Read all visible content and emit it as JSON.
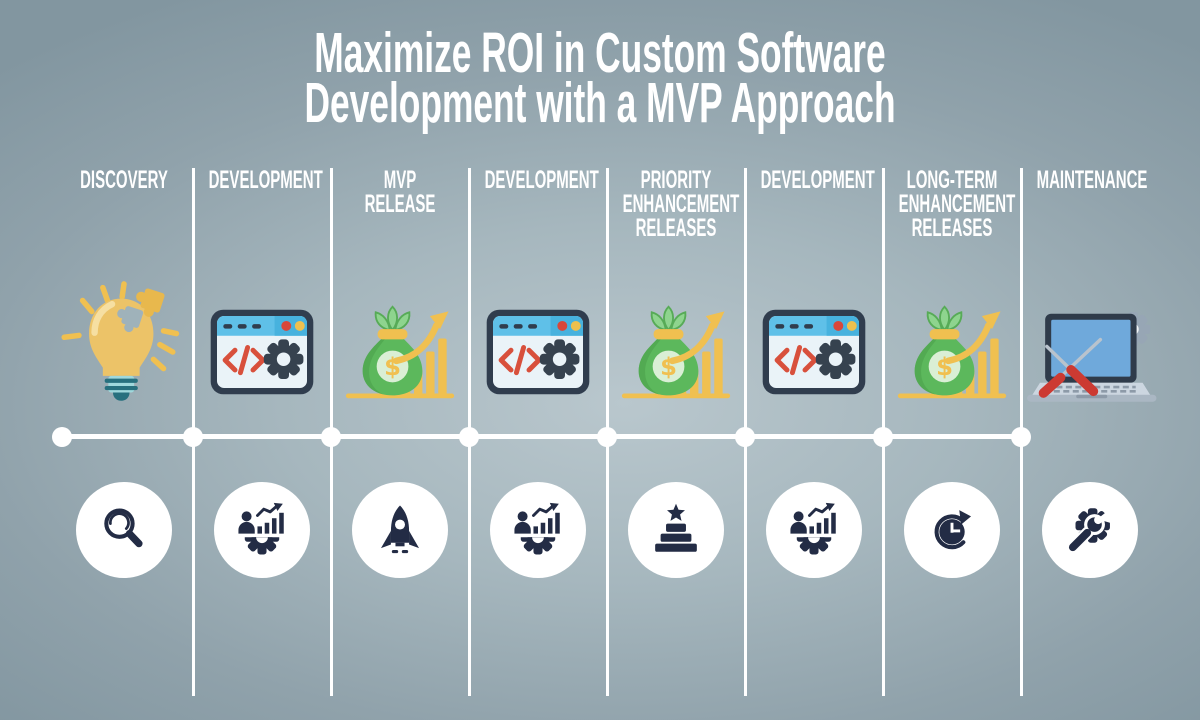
{
  "title": {
    "line1": "Maximize ROI in Custom Software",
    "line2": "Development with a MVP Approach"
  },
  "stages": [
    {
      "label": "DISCOVERY",
      "illustration": "lightbulb-puzzle-idea",
      "icon": "magnifying-glass"
    },
    {
      "label": "DEVELOPMENT",
      "illustration": "browser-code-gear",
      "icon": "analyst-growth-gear"
    },
    {
      "label": "MVP\nRELEASE",
      "illustration": "money-bag-growth-chart",
      "icon": "rocket-launch"
    },
    {
      "label": "DEVELOPMENT",
      "illustration": "browser-code-gear",
      "icon": "analyst-growth-gear"
    },
    {
      "label": "PRIORITY\nENHANCEMENT\nRELEASES",
      "illustration": "money-bag-growth-chart",
      "icon": "star-podium"
    },
    {
      "label": "DEVELOPMENT",
      "illustration": "browser-code-gear",
      "icon": "analyst-growth-gear"
    },
    {
      "label": "LONG-TERM\nENHANCEMENT\nRELEASES",
      "illustration": "money-bag-growth-chart",
      "icon": "clock-history"
    },
    {
      "label": "MAINTENANCE",
      "illustration": "laptop-repair-tools-gear",
      "icon": "gear-wrench"
    }
  ],
  "colors": {
    "background_center": "#b9c7cd",
    "background_edge": "#8296a0",
    "text": "#ffffff",
    "timeline": "#ffffff",
    "icon_navy": "#232c45",
    "gold": "#f0c050",
    "green": "#5cb85c",
    "sky_blue": "#5fc0e8",
    "red": "#d8473a"
  }
}
